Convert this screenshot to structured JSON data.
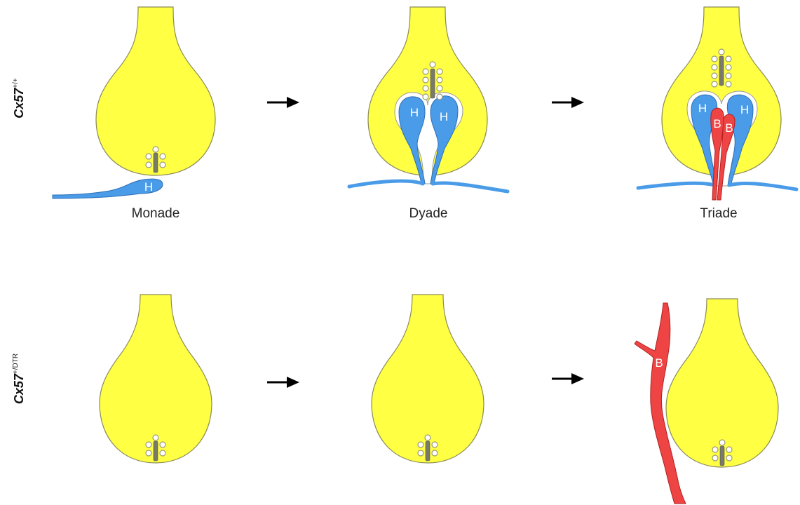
{
  "rows": [
    {
      "label_main": "Cx57",
      "label_sup": "+/+"
    },
    {
      "label_main": "Cx57",
      "label_sup": "+/DTR"
    }
  ],
  "stages": {
    "monade": "Monade",
    "dyade": "Dyade",
    "triade": "Triade"
  },
  "cell_letters": {
    "horizontal": "H",
    "bipolar": "B"
  },
  "colors": {
    "cone_pedicle": "#ffff44",
    "horizontal_cell": "#4a9be8",
    "bipolar_cell": "#ee4444",
    "arrow": "#000000"
  }
}
